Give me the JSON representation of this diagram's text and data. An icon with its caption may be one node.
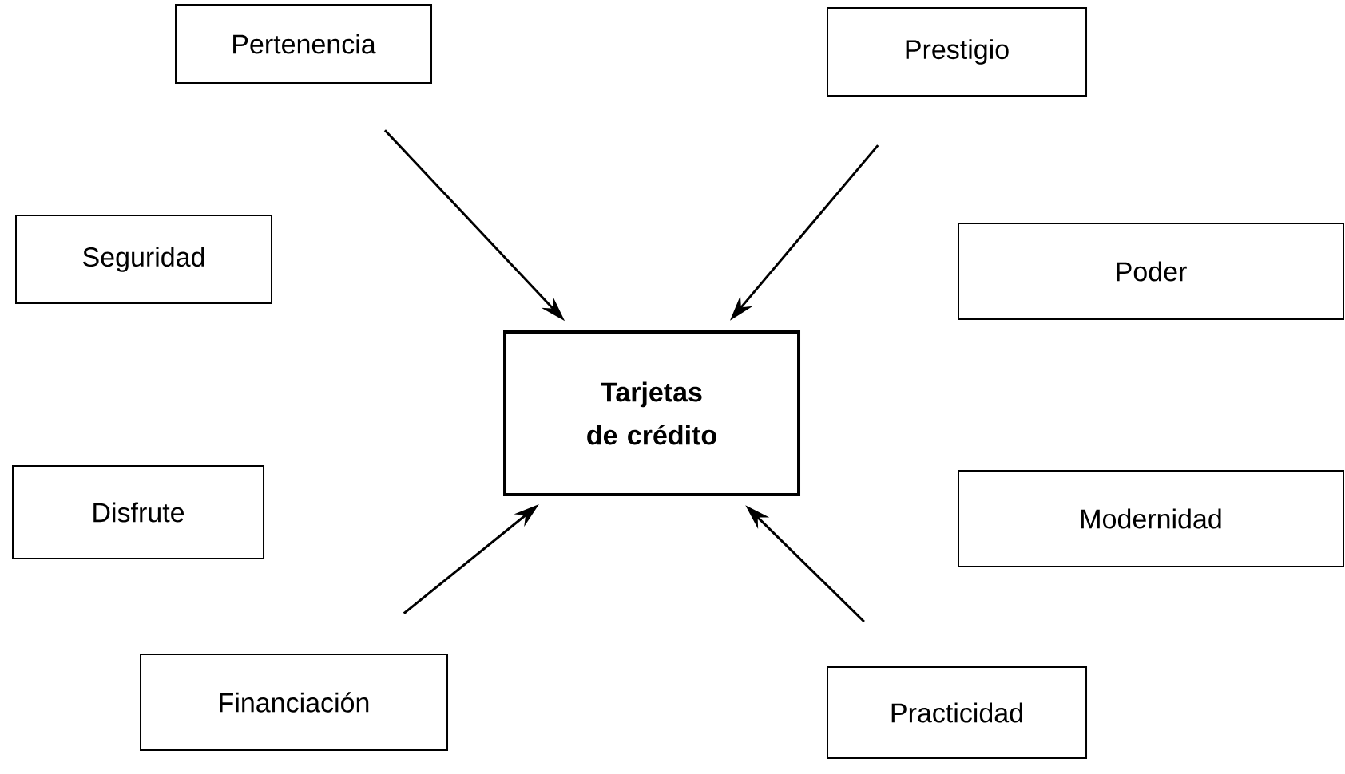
{
  "diagram": {
    "nodes": [
      {
        "text": [
          "Pertenencia"
        ]
      },
      {
        "text": [
          "Prestigio"
        ]
      },
      {
        "text": [
          "Seguridad"
        ]
      },
      {
        "text": [
          "Poder"
        ]
      },
      {
        "text": [
          "Tarjetas de crédito"
        ]
      },
      {
        "text": [
          "Disfrute"
        ]
      },
      {
        "text": [
          "Modernidad"
        ]
      },
      {
        "text": [
          "Financiación"
        ]
      },
      {
        "text": [
          "Practicidad"
        ]
      }
    ],
    "edges": [
      {
        "from": 0,
        "to": 4,
        "arrow": "to"
      },
      {
        "from": 1,
        "to": 4,
        "arrow": "to"
      },
      {
        "from": 7,
        "to": 4,
        "arrow": "to"
      },
      {
        "from": 8,
        "to": 4,
        "arrow": "to"
      }
    ]
  }
}
